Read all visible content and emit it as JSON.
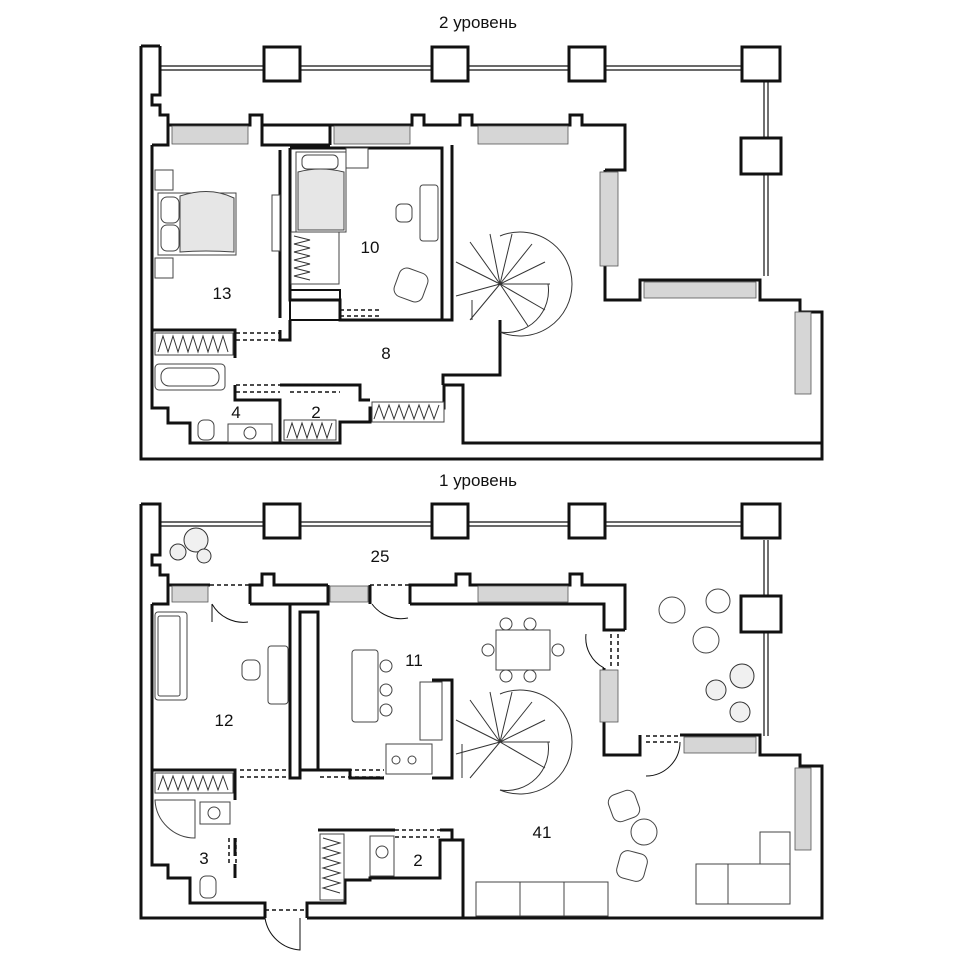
{
  "levels": [
    {
      "title": "2 уровень",
      "rooms": [
        {
          "id": "bedroom",
          "label": "13"
        },
        {
          "id": "study",
          "label": "10"
        },
        {
          "id": "hall",
          "label": "8"
        },
        {
          "id": "bath",
          "label": "4"
        },
        {
          "id": "closet",
          "label": "2"
        }
      ]
    },
    {
      "title": "1 уровень",
      "rooms": [
        {
          "id": "terrace",
          "label": "25"
        },
        {
          "id": "kitchen",
          "label": "11"
        },
        {
          "id": "office",
          "label": "12"
        },
        {
          "id": "wc",
          "label": "3"
        },
        {
          "id": "pantry",
          "label": "2"
        },
        {
          "id": "living",
          "label": "41"
        }
      ]
    }
  ]
}
